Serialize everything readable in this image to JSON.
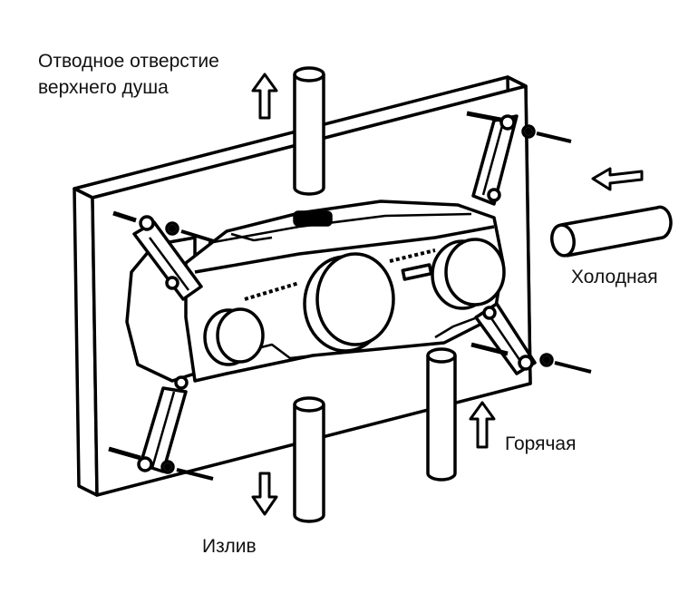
{
  "labels": {
    "top_shower_outlet": "Отводное отверстие верхнего душа",
    "top_shower_outlet_line1": "Отводное отверстие",
    "top_shower_outlet_line2": "верхнего душа",
    "cold": "Холодная",
    "hot": "Горячая",
    "spout": "Излив"
  },
  "colors": {
    "stroke": "#000000",
    "fill": "#ffffff"
  },
  "icons": [
    "arrow-up-icon",
    "arrow-left-icon",
    "arrow-down-icon"
  ]
}
